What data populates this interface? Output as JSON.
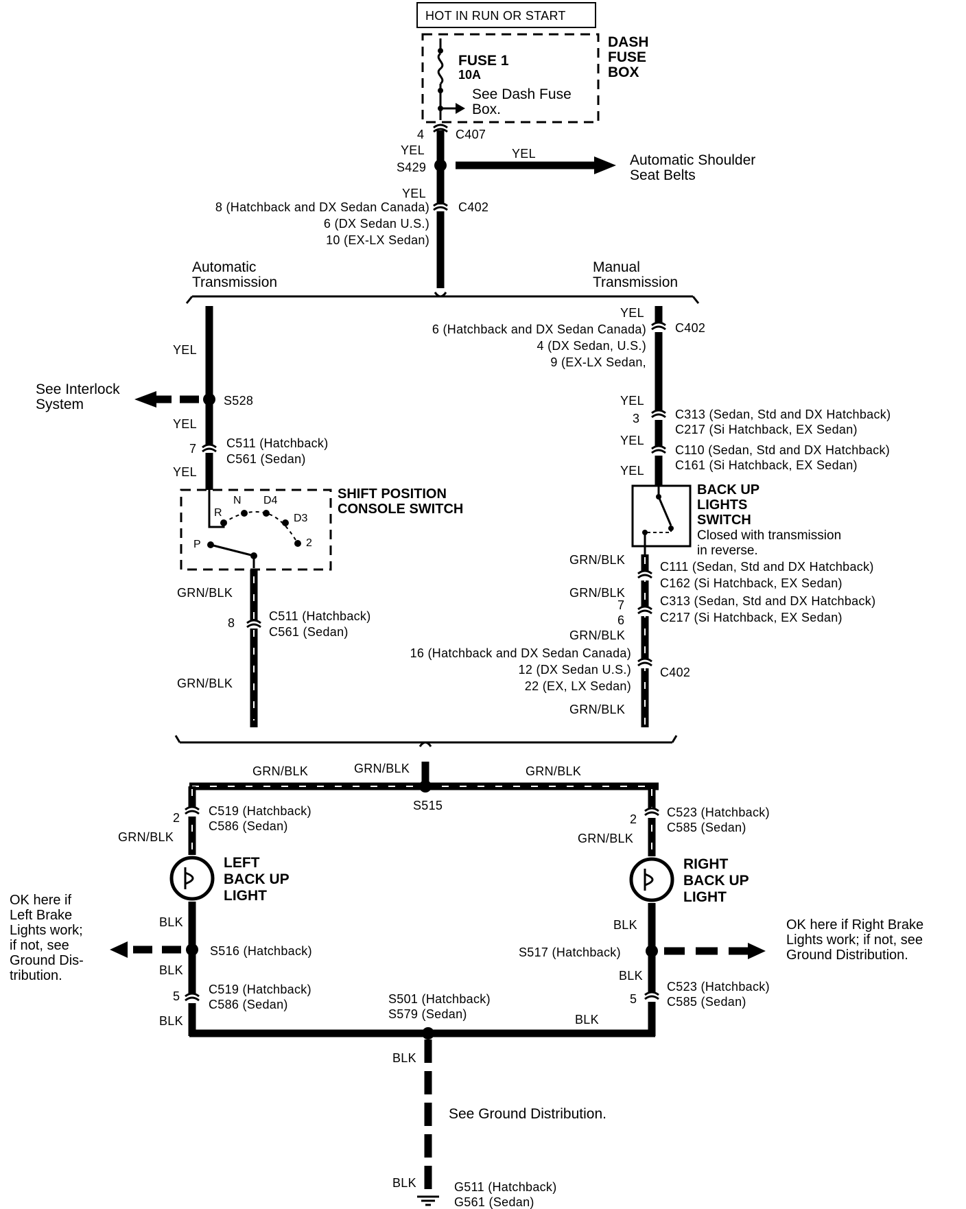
{
  "power": {
    "source": "HOT IN RUN OR START"
  },
  "fuse_box": {
    "label_line1": "DASH",
    "label_line2": "FUSE",
    "label_line3": "BOX",
    "fuse_name": "FUSE 1",
    "fuse_rating": "10A",
    "see_line1": "See Dash Fuse",
    "see_line2": "Box."
  },
  "top": {
    "pin4": "4",
    "c407": "C407",
    "yel1": "YEL",
    "s429": "S429",
    "yel_branch": "YEL",
    "belts_line1": "Automatic Shoulder",
    "belts_line2": "Seat Belts",
    "yel2": "YEL",
    "c402_a": "8 (Hatchback and DX Sedan Canada)",
    "c402_b": "6 (DX Sedan U.S.)",
    "c402_c": "10 (EX-LX Sedan)",
    "c402": "C402"
  },
  "automatic": {
    "heading_line1": "Automatic",
    "heading_line2": "Transmission",
    "yel1": "YEL",
    "interlock_line1": "See Interlock",
    "interlock_line2": "System",
    "s528": "S528",
    "yel2": "YEL",
    "pin7": "7",
    "c511": "C511  (Hatchback)",
    "c561": "C561  (Sedan)",
    "yel3": "YEL",
    "switch_line1": "SHIFT POSITION",
    "switch_line2": "CONSOLE SWITCH",
    "pos_p": "P",
    "pos_r": "R",
    "pos_n": "N",
    "pos_d4": "D4",
    "pos_d3": "D3",
    "pos_2": "2",
    "grnblk1": "GRN/BLK",
    "pin8": "8",
    "c511b": "C511  (Hatchback)",
    "c561b": "C561  (Sedan)",
    "grnblk2": "GRN/BLK"
  },
  "manual": {
    "heading_line1": "Manual",
    "heading_line2": "Transmission",
    "yel1": "YEL",
    "c402_a": "6 (Hatchback and DX Sedan Canada)",
    "c402_b": "4 (DX Sedan, U.S.)",
    "c402_c": "9 (EX-LX Sedan,",
    "c402": "C402",
    "yel2": "YEL",
    "pin3": "3",
    "c313": "C313 (Sedan, Std and DX Hatchback)",
    "c217": "C217 (Si Hatchback, EX Sedan)",
    "yel3": "YEL",
    "c110": "C110 (Sedan, Std and DX Hatchback)",
    "c161": "C161 (Si Hatchback, EX Sedan)",
    "yel4": "YEL",
    "switch_line1": "BACK UP",
    "switch_line2": "LIGHTS",
    "switch_line3": "SWITCH",
    "note_line1": "Closed with transmission",
    "note_line2": "in reverse.",
    "grnblk1": "GRN/BLK",
    "c111": "C111 (Sedan, Std and DX Hatchback)",
    "c162": "C162 (Si Hatchback, EX Sedan)",
    "grnblk2": "GRN/BLK",
    "pin7": "7",
    "c313b": "C313 (Sedan, Std and DX Hatchback)",
    "pin6": "6",
    "c217b": "C217 (Si Hatchback, EX Sedan)",
    "grnblk3": "GRN/BLK",
    "c402b_a": "16 (Hatchback and DX Sedan Canada)",
    "c402b_b": "12 (DX Sedan U.S.)",
    "c402b_c": "22 (EX, LX Sedan)",
    "c402b": "C402",
    "grnblk4": "GRN/BLK"
  },
  "lights": {
    "grnblk_center": "GRN/BLK",
    "grnblk_left": "GRN/BLK",
    "grnblk_right": "GRN/BLK",
    "s515": "S515",
    "left_pin2": "2",
    "left_c519": "C519 (Hatchback)",
    "left_c586": "C586 (Sedan)",
    "left_grnblk": "GRN/BLK",
    "left_line1": "LEFT",
    "left_line2": "BACK UP",
    "left_line3": "LIGHT",
    "left_blk1": "BLK",
    "s516": "S516 (Hatchback)",
    "left_ok_1": "OK here if",
    "left_ok_2": "Left Brake",
    "left_ok_3": "Lights work;",
    "left_ok_4": "if not, see",
    "left_ok_5": "Ground Dis-",
    "left_ok_6": "tribution.",
    "left_blk2": "BLK",
    "left_pin5": "5",
    "left_c519b": "C519 (Hatchback)",
    "left_c586b": "C586 (Sedan)",
    "left_blk3": "BLK",
    "right_pin2": "2",
    "right_c523": "C523 (Hatchback)",
    "right_c585": "C585 (Sedan)",
    "right_grnblk": "GRN/BLK",
    "right_line1": "RIGHT",
    "right_line2": "BACK UP",
    "right_line3": "LIGHT",
    "right_blk1": "BLK",
    "s517": "S517 (Hatchback)",
    "right_ok_1": "OK here if Right Brake",
    "right_ok_2": "Lights work; if not, see",
    "right_ok_3": "Ground Distribution.",
    "right_blk2": "BLK",
    "right_pin5": "5",
    "right_c523b": "C523 (Hatchback)",
    "right_c585b": "C585 (Sedan)",
    "right_blk3": "BLK",
    "s501": "S501 (Hatchback)",
    "s579": "S579 (Sedan)",
    "ground_blk1": "BLK",
    "ground_see": "See Ground Distribution.",
    "ground_blk2": "BLK",
    "g511": "G511 (Hatchback)",
    "g561": "G561 (Sedan)"
  }
}
